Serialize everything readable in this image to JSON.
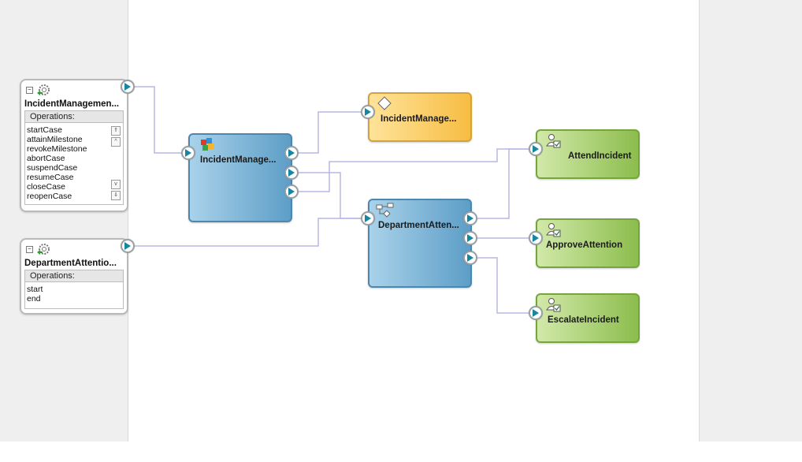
{
  "services": [
    {
      "title": "IncidentManagemen...",
      "ops_header": "Operations:",
      "operations": [
        "startCase",
        "attainMilestone",
        "revokeMilestone",
        "abortCase",
        "suspendCase",
        "resumeCase",
        "closeCase",
        "reopenCase"
      ]
    },
    {
      "title": "DepartmentAttentio...",
      "ops_header": "Operations:",
      "operations": [
        "start",
        "end"
      ]
    }
  ],
  "components": {
    "case": "IncidentManage...",
    "rules": "IncidentManage...",
    "process": "DepartmentAtten...",
    "task_attend": "AttendIncident",
    "task_approve": "ApproveAttention",
    "task_escalate": "EscalateIncident"
  },
  "colors": {
    "wire": "#a9a9e0",
    "port_arrow": "#1687a0",
    "blue_component": "#5d9ec7",
    "yellow_component": "#f7bd43",
    "green_component": "#8cbd4d"
  },
  "icons": {
    "service": "gear-icon",
    "case": "case-puzzle-icon",
    "rules": "rules-diamond-icon",
    "process": "bpmn-process-icon",
    "task": "human-task-icon"
  }
}
